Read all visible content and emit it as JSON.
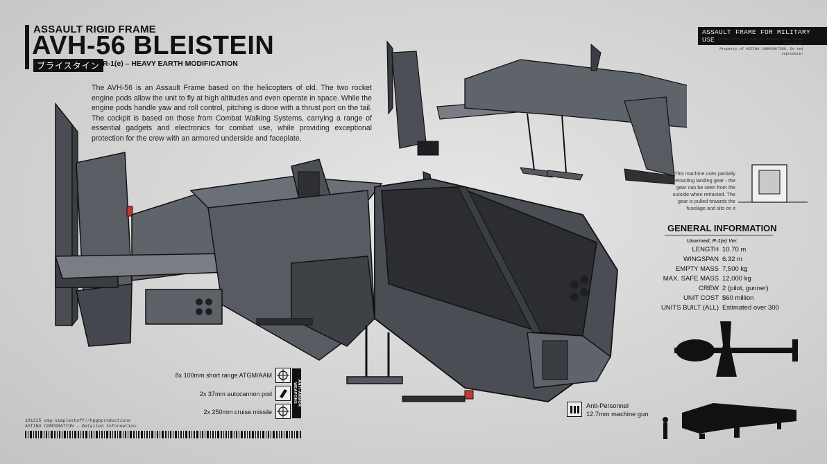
{
  "header": {
    "category": "ASSAULT RIGID FRAME",
    "title": "AVH-56 BLEISTEIN",
    "japanese_name": "ブライスタイン",
    "variant": "R-1(e) – HEAVY EARTH MODIFICATION"
  },
  "description": "The AVH-56 is an Assault Frame based on the helicopters of old. The two rocket engine pods allow the unit to fly at high altitudes and even operate in space. While the engine pods handle yaw and roll control, pitching is done with a thrust port on the tail. The cockpit is based on those from Combat Walking Systems, carrying a range of essential gadgets and electronics for combat use, while providing exceptional protection for the crew with an armored underside and faceplate.",
  "stamp": {
    "label": "ASSAULT FRAME FOR MILITARY USE",
    "line1": "This is an official public access data sheet (Class B)",
    "line2": "Property of ASTINO CORPORATION. Do not reproduce!"
  },
  "gear_note": "This machine uses partially retracting landing gear - the gear can be seen from the outside when retracted. The gear is pulled towards the fuselage and sits on it",
  "general_info": {
    "heading": "GENERAL INFORMATION",
    "subheading": "Unarmed, R-1(e) Ver.",
    "specs": [
      {
        "key": "LENGTH",
        "value": "10.70 m"
      },
      {
        "key": "WINGSPAN",
        "value": "6.32 m"
      },
      {
        "key": "EMPTY MASS",
        "value": "7,500 kg"
      },
      {
        "key": "MAX. SAFE MASS",
        "value": "12,000 kg"
      },
      {
        "key": "CREW",
        "value": "2 (pilot, gunner)"
      },
      {
        "key": "UNIT COST",
        "value": "$60 million"
      },
      {
        "key": "UNITS BUILT (ALL)",
        "value": "Estimated over 300"
      }
    ]
  },
  "weapons": {
    "tab_label": "ANTI-ARMOR WEAPONS",
    "items": [
      {
        "label": "8x 100mm short range ATGM/AAM",
        "icon": "crosshair-icon"
      },
      {
        "label": "2x 37mm autocannon pod",
        "icon": "shell-icon"
      },
      {
        "label": "2x 250mm cruise missile",
        "icon": "crosshair-icon"
      }
    ]
  },
  "anti_personnel": {
    "line1": "Anti-Personnel",
    "line2": "12.7mm machine gun",
    "icon": "ammo-icon"
  },
  "credits": {
    "line1": "181215 cmg-simplestuff//hpgbproductions",
    "line2": "ASTINO CORPORATION - Detailed Information:"
  },
  "colors": {
    "hull_dark": "#3a3d42",
    "hull_mid": "#54585e",
    "hull_light": "#6e7278",
    "canopy": "#2a2c30",
    "accent_red": "#c0392b"
  }
}
